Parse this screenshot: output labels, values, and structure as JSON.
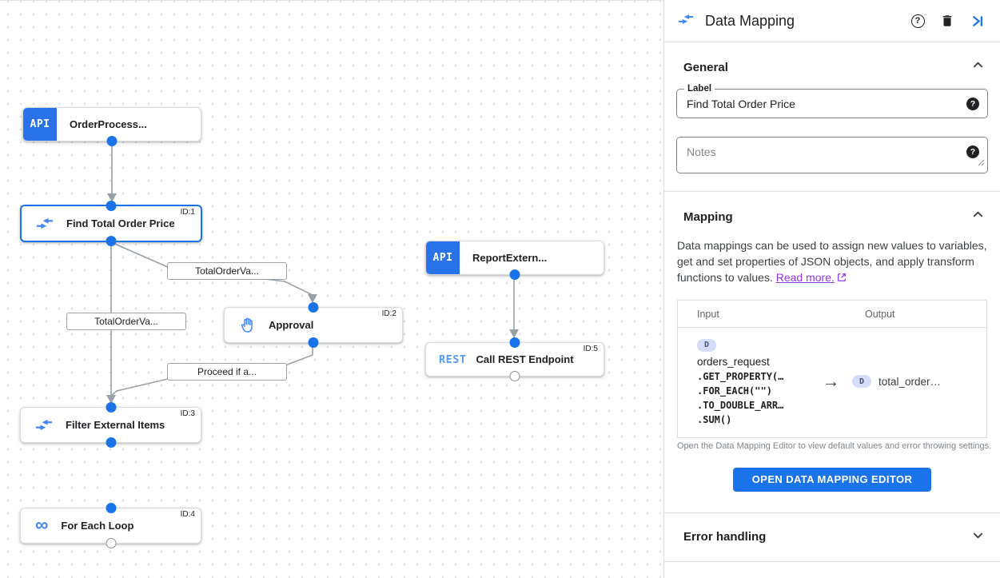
{
  "canvas": {
    "nodes": [
      {
        "type": "trigger",
        "badge": "API",
        "label": "OrderProcess...",
        "icon": "api-trigger-icon"
      },
      {
        "type": "task",
        "icon": "data-mapping-icon",
        "label": "Find Total Order Price",
        "id_label": "ID:1",
        "selected": true
      },
      {
        "type": "task",
        "icon": "approval-hand-icon",
        "label": "Approval",
        "id_label": "ID:2"
      },
      {
        "type": "trigger",
        "badge": "API",
        "label": "ReportExtern...",
        "icon": "api-trigger-icon"
      },
      {
        "type": "task",
        "tag": "REST",
        "label": "Call REST Endpoint",
        "id_label": "ID:5"
      },
      {
        "type": "task",
        "icon": "data-mapping-icon",
        "label": "Filter External Items",
        "id_label": "ID:3"
      },
      {
        "type": "task",
        "icon": "loop-icon",
        "label": "For Each Loop",
        "id_label": "ID:4"
      }
    ],
    "edge_labels": [
      {
        "text": "TotalOrderVa..."
      },
      {
        "text": "TotalOrderVa..."
      },
      {
        "text": "Proceed if a..."
      }
    ]
  },
  "panel": {
    "title": "Data Mapping",
    "general": {
      "title": "General"
    },
    "label_field": {
      "label": "Label",
      "value": "Find Total Order Price"
    },
    "notes_field": {
      "placeholder": "Notes"
    },
    "mapping": {
      "title": "Mapping",
      "description": "Data mappings can be used to assign new values to variables, get and set properties of JSON objects, and apply transform functions to values.",
      "read_more": "Read more.",
      "table": {
        "input_header": "Input",
        "output_header": "Output",
        "input": {
          "badge": "D",
          "variable": "orders_request",
          "lines": [
            ".GET_PROPERTY(…",
            ".FOR_EACH(\"\")",
            ".TO_DOUBLE_ARR…",
            ".SUM()"
          ]
        },
        "arrow": "→",
        "output": {
          "badge": "D",
          "value": "total_order…"
        }
      },
      "caption": "Open the Data Mapping Editor to view default values and error throwing settings.",
      "button": "OPEN DATA MAPPING EDITOR"
    },
    "error_handling": {
      "title": "Error handling"
    },
    "colors": {
      "accent": "#1a73e8",
      "trigger_blue": "#2a72e9",
      "icon_blue": "#4285f4",
      "link_purple": "#9334e6",
      "edge_gray": "#98a0a6"
    }
  }
}
